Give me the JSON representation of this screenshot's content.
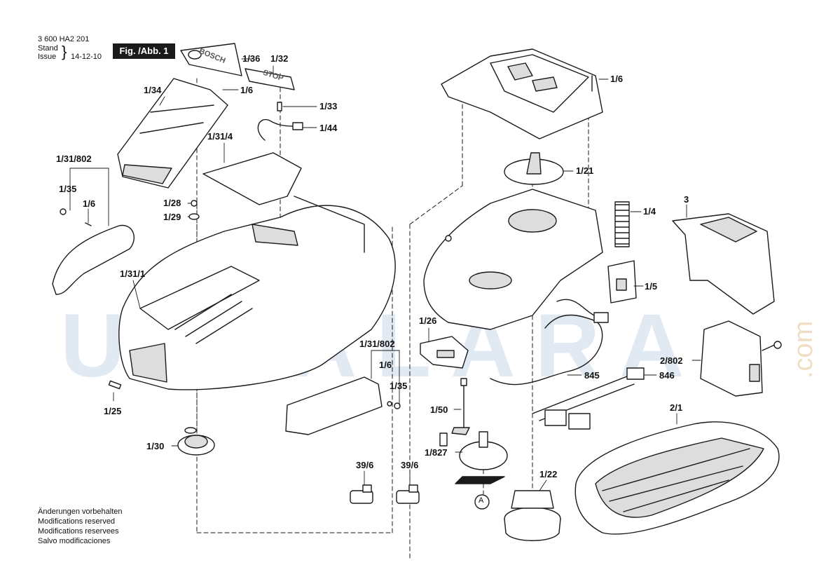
{
  "header": {
    "doc_number": "3 600 HA2 201",
    "stand_label": "Stand",
    "issue_label": "Issue",
    "date": "14-12-10",
    "figure_label": "Fig. /Abb. 1"
  },
  "watermark": {
    "text": "USTALARA",
    "suffix": ".com"
  },
  "notes": [
    "Änderungen vorbehalten",
    "Modifications reserved",
    "Modifications reservees",
    "Salvo modificaciones"
  ],
  "parts": {
    "p1_36": "1/36",
    "p1_32": "1/32",
    "p1_6a": "1/6",
    "p1_34": "1/34",
    "p1_33": "1/33",
    "p1_44": "1/44",
    "p1_31_4": "1/31/4",
    "p1_31_802a": "1/31/802",
    "p1_35a": "1/35",
    "p1_6b": "1/6",
    "p1_28": "1/28",
    "p1_29": "1/29",
    "p1_31_1": "1/31/1",
    "p1_31_802b": "1/31/802",
    "p1_6c": "1/6",
    "p1_35b": "1/35",
    "p1_25": "1/25",
    "p1_30": "1/30",
    "p39_6a": "39/6",
    "p39_6b": "39/6",
    "p1_6d": "1/6",
    "p1_21": "1/21",
    "p1_4": "1/4",
    "p3": "3",
    "p1_5": "1/5",
    "p1_26": "1/26",
    "p2_802": "2/802",
    "p845": "845",
    "p846": "846",
    "p1_50": "1/50",
    "p2_1": "2/1",
    "p1_827": "1/827",
    "p1_22": "1/22",
    "pA": "A"
  },
  "decals": {
    "bosch": "BOSCH",
    "stop": "STOP"
  },
  "colors": {
    "line": "#1a1a1a",
    "part_fill": "#ffffff",
    "shade": "#d8d8d8",
    "accent": "#e6a348"
  }
}
